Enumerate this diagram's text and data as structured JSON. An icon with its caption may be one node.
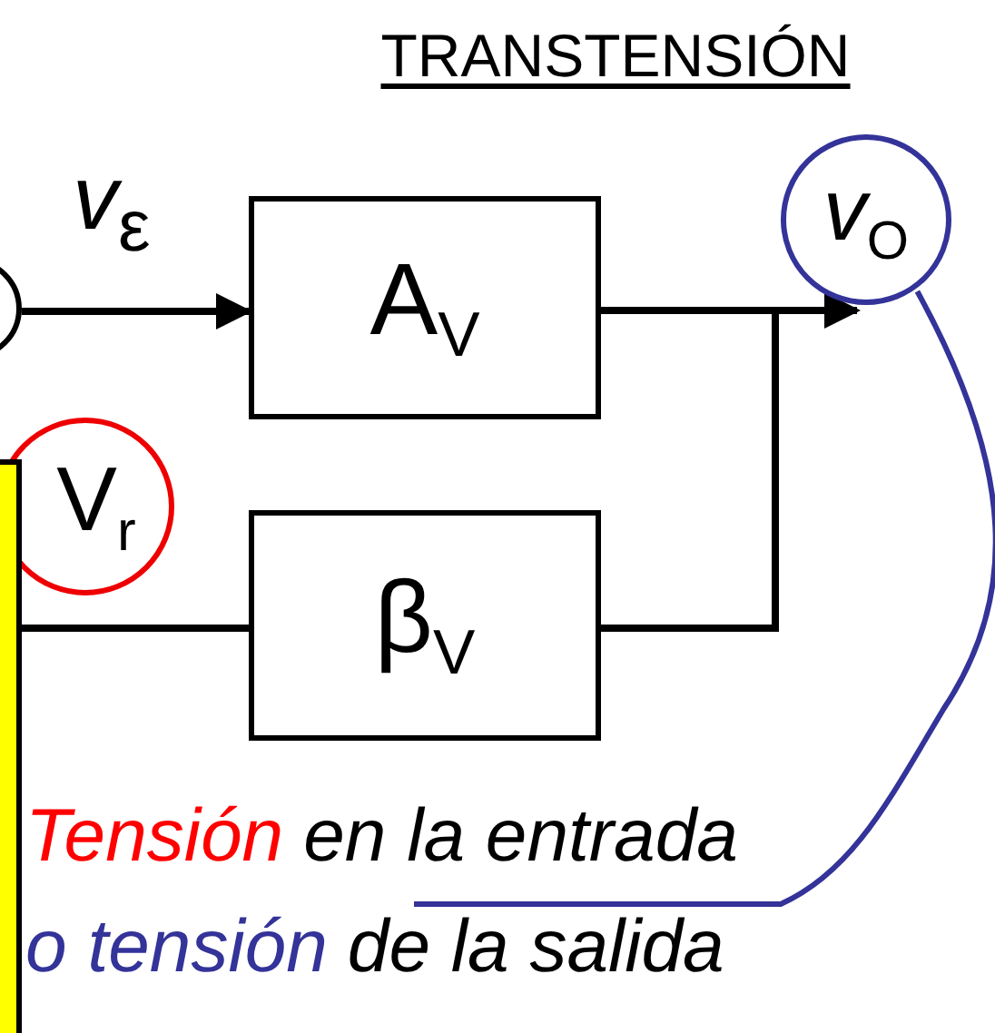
{
  "diagram": {
    "title": "TRANSTENSIÓN",
    "nodes": [
      {
        "text": [],
        "shape": "circle"
      },
      {
        "text": [
          "A$_{V}$"
        ]
      },
      {
        "text": [
          "β$_{V}$"
        ]
      },
      {
        "text": [
          "*v*$_{O}$"
        ]
      },
      {
        "text": [
          "V$_{r}$"
        ]
      },
      {
        "text": [],
        "shape": "box"
      },
      {
        "text": [
          "o tensión",
          "de la salida"
        ]
      }
    ],
    "edges": [
      {
        "from": 0,
        "to": 1,
        "arrow": "to",
        "label": "*v*$_{ε}$"
      },
      {
        "from": 1,
        "to": 3,
        "arrow": "to"
      },
      {
        "from": 1,
        "to": 2,
        "arrow": "none"
      },
      {
        "from": 2,
        "to": 5,
        "arrow": "none"
      },
      {
        "from": 3,
        "to": 6,
        "arrow": "none",
        "color": "#333399"
      }
    ],
    "labels": [
      "Tensión",
      "en la entrada"
    ]
  }
}
